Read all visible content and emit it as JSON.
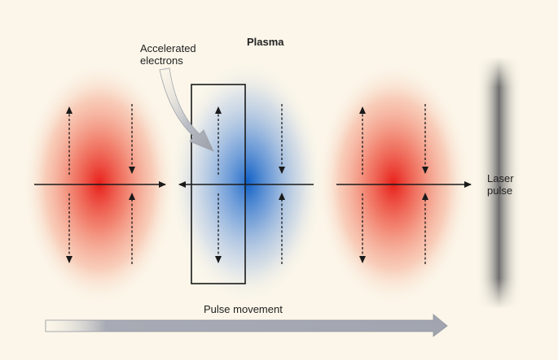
{
  "labels": {
    "plasma": "Plasma",
    "accelerated_electrons_line1": "Accelerated",
    "accelerated_electrons_line2": "electrons",
    "laser_line1": "Laser",
    "laser_line2": "pulse",
    "pulse_movement": "Pulse movement"
  },
  "colors": {
    "background": "#fbf6e9",
    "red_field": "#e8201b",
    "blue_field": "#1a63c8",
    "laser_gray": "#6e6e6e",
    "arrow": "#1a1a1a",
    "movement_arrow": "#a8abb5"
  }
}
